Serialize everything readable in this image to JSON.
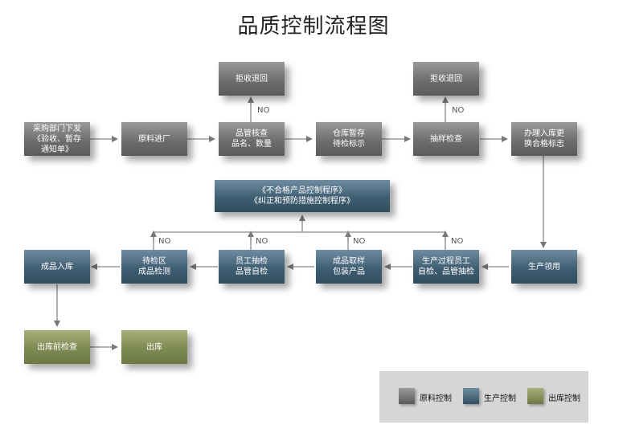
{
  "title": "品质控制流程图",
  "nodes": {
    "purchase_notice": "采购部门下发\n《验收、暂存\n通知单》",
    "raw_arrival": "原料进厂",
    "qc_check": "品管核查\n品名、数量",
    "warehouse_hold": "仓库暂存\n待检标示",
    "sampling": "抽样检查",
    "storage_label": "办理入库更\n换合格标志",
    "reject_1": "拒收退回",
    "reject_2": "拒收退回",
    "nonconform_procedure": "《不合格产品控制程序》\n《纠正和预防措施控制程序》",
    "production_pick": "生产领用",
    "process_inspection": "生产过程员工\n自检、品管抽检",
    "finished_sampling": "成品取样\n包装产品",
    "staff_check": "员工抽检\n品管自检",
    "pending_area": "待检区\n成品检测",
    "finished_storage": "成品入库",
    "pre_ship_check": "出库前检查",
    "ship_out": "出库"
  },
  "no_labels": [
    "NO",
    "NO",
    "NO",
    "NO",
    "NO",
    "NO"
  ],
  "legend": [
    {
      "label": "原料控制",
      "color": "#6e6e6e"
    },
    {
      "label": "生产控制",
      "color": "#3f5e72"
    },
    {
      "label": "出库控制",
      "color": "#7e8a52"
    }
  ]
}
